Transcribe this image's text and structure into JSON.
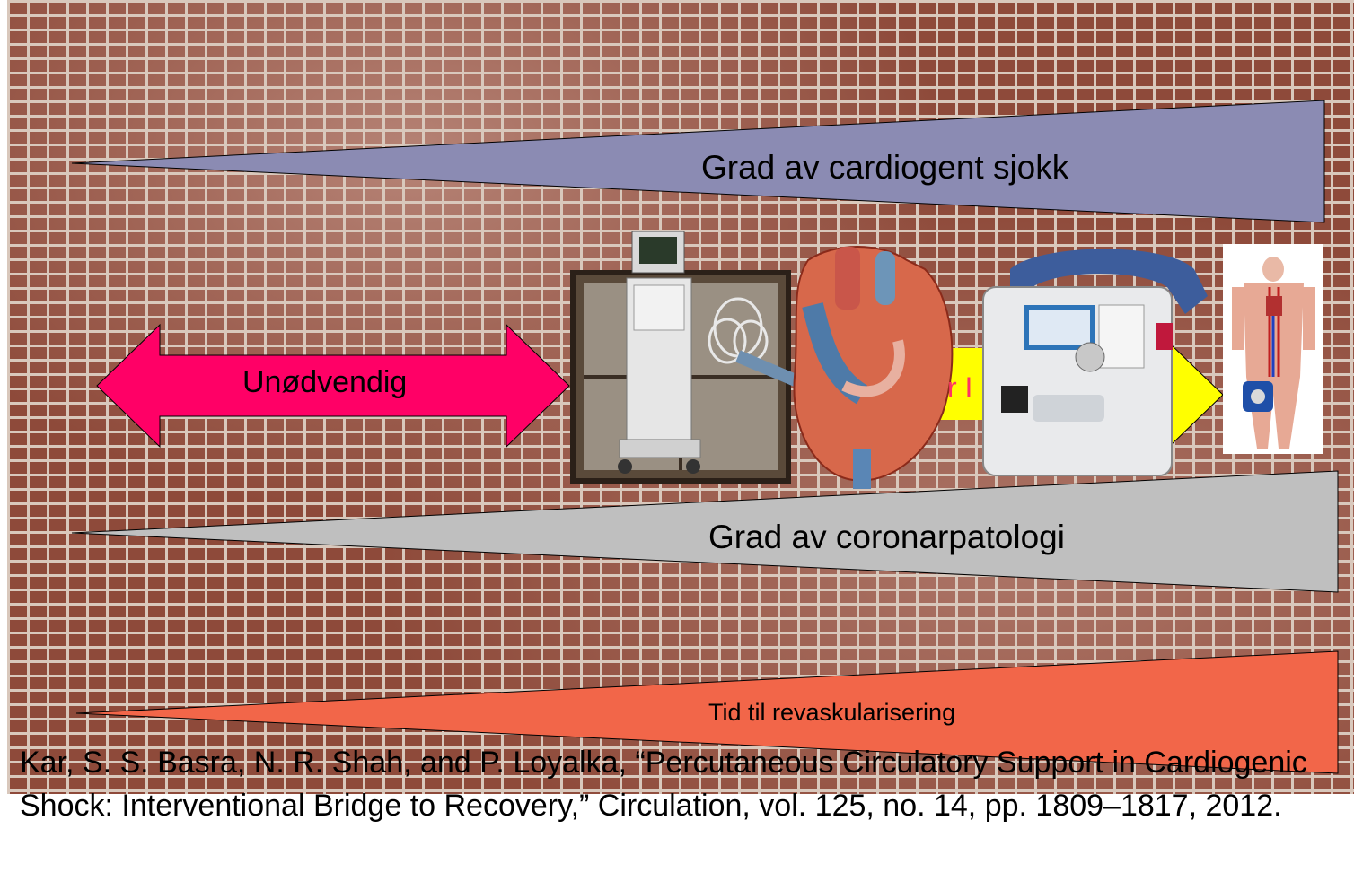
{
  "slide": {
    "bands": {
      "shock_label": "Grad av cardiogent sjokk",
      "coronary_label": "Grad av coronarpatologi",
      "time_label": "Tid til revaskularisering"
    },
    "unnecessary_arrow": {
      "label": "Unødvendig",
      "color": "#ff0066"
    },
    "partial_label": "r I",
    "citation": "Kar, S. S. Basra, N. R. Shah, and P. Loyalka, “Percutaneous Circulatory Support in Cardiogenic Shock: Interventional Bridge to Recovery,” Circulation, vol. 125, no. 14, pp. 1809–1817, 2012.",
    "colors": {
      "shock_band": "#8b8bb3",
      "coronary_band": "#bfbfbf",
      "time_band": "#f26649",
      "arrow": "#ff0066",
      "yellow_arrow": "#ffff00"
    },
    "devices": [
      "iabp-console",
      "impella-heart",
      "ecmo-console",
      "ecmo-body"
    ]
  }
}
